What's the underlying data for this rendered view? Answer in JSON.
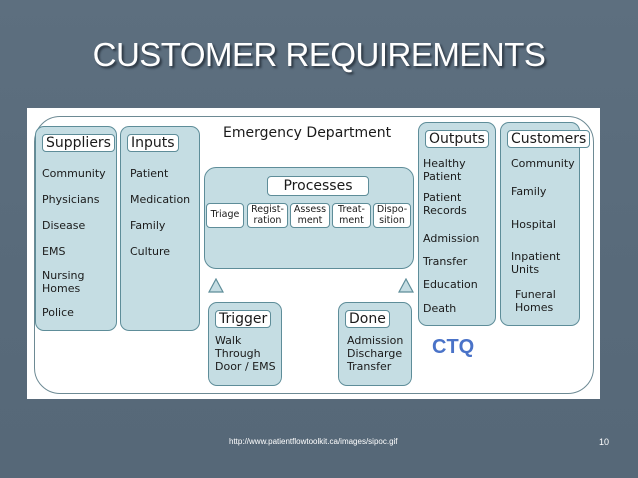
{
  "slide": {
    "title": "CUSTOMER REQUIREMENTS",
    "footer_url": "http://www.patientflowtoolkit.ca/images/sipoc.gif",
    "page_number": "10"
  },
  "diagram": {
    "title": "Emergency Department",
    "suppliers": {
      "label": "Suppliers",
      "items": [
        "Community",
        "Physicians",
        "Disease",
        "EMS",
        "Nursing\nHomes",
        "Police"
      ]
    },
    "inputs": {
      "label": "Inputs",
      "items": [
        "Patient",
        "Medication",
        "Family",
        "Culture"
      ]
    },
    "processes": {
      "label": "Processes",
      "steps": [
        "Triage",
        "Regist-\nration",
        "Assess\nment",
        "Treat-\nment",
        "Dispo-\nsition"
      ]
    },
    "trigger": {
      "label": "Trigger",
      "text": "Walk\nThrough\nDoor / EMS"
    },
    "done": {
      "label": "Done",
      "text": "Admission\nDischarge\nTransfer"
    },
    "outputs": {
      "label": "Outputs",
      "items": [
        "Healthy\nPatient",
        "Patient\nRecords",
        "Admission",
        "Transfer",
        "Education",
        "Death"
      ]
    },
    "customers": {
      "label": "Customers",
      "items": [
        "Community",
        "Family",
        "Hospital",
        "Inpatient\nUnits",
        "Funeral\nHomes"
      ]
    },
    "ctq": "CTQ"
  }
}
